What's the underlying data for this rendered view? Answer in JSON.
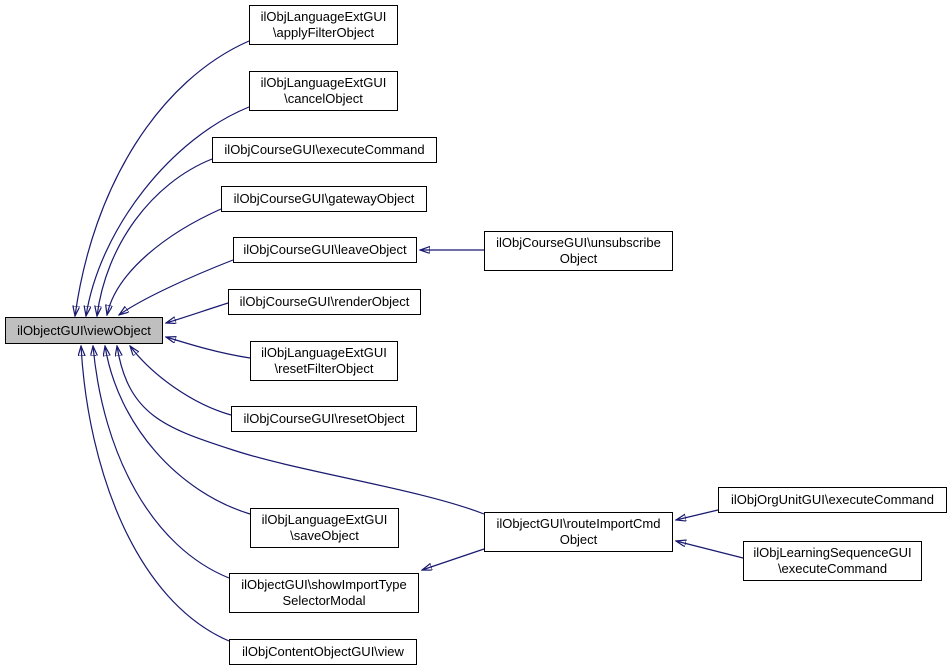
{
  "diagram": {
    "kind": "caller-graph",
    "edge_color": "#191970",
    "node_background": "#ffffff",
    "node_border": "#000000",
    "central_node_background": "#bfbfbf"
  },
  "nodes": {
    "apply_filter": {
      "lines": [
        "ilObjLanguageExtGUI",
        "\\applyFilterObject"
      ]
    },
    "cancel": {
      "lines": [
        "ilObjLanguageExtGUI",
        "\\cancelObject"
      ]
    },
    "execute_course": {
      "lines": [
        "ilObjCourseGUI\\executeCommand"
      ]
    },
    "gateway": {
      "lines": [
        "ilObjCourseGUI\\gatewayObject"
      ]
    },
    "leave": {
      "lines": [
        "ilObjCourseGUI\\leaveObject"
      ]
    },
    "render": {
      "lines": [
        "ilObjCourseGUI\\renderObject"
      ]
    },
    "view_object": {
      "lines": [
        "ilObjectGUI\\viewObject"
      ]
    },
    "reset_filter": {
      "lines": [
        "ilObjLanguageExtGUI",
        "\\resetFilterObject"
      ]
    },
    "reset": {
      "lines": [
        "ilObjCourseGUI\\resetObject"
      ]
    },
    "save": {
      "lines": [
        "ilObjLanguageExtGUI",
        "\\saveObject"
      ]
    },
    "show_import": {
      "lines": [
        "ilObjectGUI\\showImportType",
        "SelectorModal"
      ]
    },
    "content_view": {
      "lines": [
        "ilObjContentObjectGUI\\view"
      ]
    },
    "unsubscribe": {
      "lines": [
        "ilObjCourseGUI\\unsubscribe",
        "Object"
      ]
    },
    "route_import": {
      "lines": [
        "ilObjectGUI\\routeImportCmd",
        "Object"
      ]
    },
    "org_unit": {
      "lines": [
        "ilObjOrgUnitGUI\\executeCommand"
      ]
    },
    "learning_seq": {
      "lines": [
        "ilObjLearningSequenceGUI",
        "\\executeCommand"
      ]
    }
  },
  "edges": [
    {
      "from": "ilObjLanguageExtGUI\\applyFilterObject",
      "to": "ilObjectGUI\\viewObject"
    },
    {
      "from": "ilObjLanguageExtGUI\\cancelObject",
      "to": "ilObjectGUI\\viewObject"
    },
    {
      "from": "ilObjCourseGUI\\executeCommand",
      "to": "ilObjectGUI\\viewObject"
    },
    {
      "from": "ilObjCourseGUI\\gatewayObject",
      "to": "ilObjectGUI\\viewObject"
    },
    {
      "from": "ilObjCourseGUI\\leaveObject",
      "to": "ilObjectGUI\\viewObject"
    },
    {
      "from": "ilObjCourseGUI\\renderObject",
      "to": "ilObjectGUI\\viewObject"
    },
    {
      "from": "ilObjLanguageExtGUI\\resetFilterObject",
      "to": "ilObjectGUI\\viewObject"
    },
    {
      "from": "ilObjCourseGUI\\resetObject",
      "to": "ilObjectGUI\\viewObject"
    },
    {
      "from": "ilObjLanguageExtGUI\\saveObject",
      "to": "ilObjectGUI\\viewObject"
    },
    {
      "from": "ilObjectGUI\\routeImportCmdObject",
      "to": "ilObjectGUI\\viewObject"
    },
    {
      "from": "ilObjectGUI\\showImportTypeSelectorModal",
      "to": "ilObjectGUI\\viewObject"
    },
    {
      "from": "ilObjContentObjectGUI\\view",
      "to": "ilObjectGUI\\viewObject"
    },
    {
      "from": "ilObjCourseGUI\\unsubscribeObject",
      "to": "ilObjCourseGUI\\leaveObject"
    },
    {
      "from": "ilObjOrgUnitGUI\\executeCommand",
      "to": "ilObjectGUI\\routeImportCmdObject"
    },
    {
      "from": "ilObjLearningSequenceGUI\\executeCommand",
      "to": "ilObjectGUI\\routeImportCmdObject"
    },
    {
      "from": "ilObjectGUI\\routeImportCmdObject",
      "to": "ilObjectGUI\\showImportTypeSelectorModal"
    }
  ]
}
